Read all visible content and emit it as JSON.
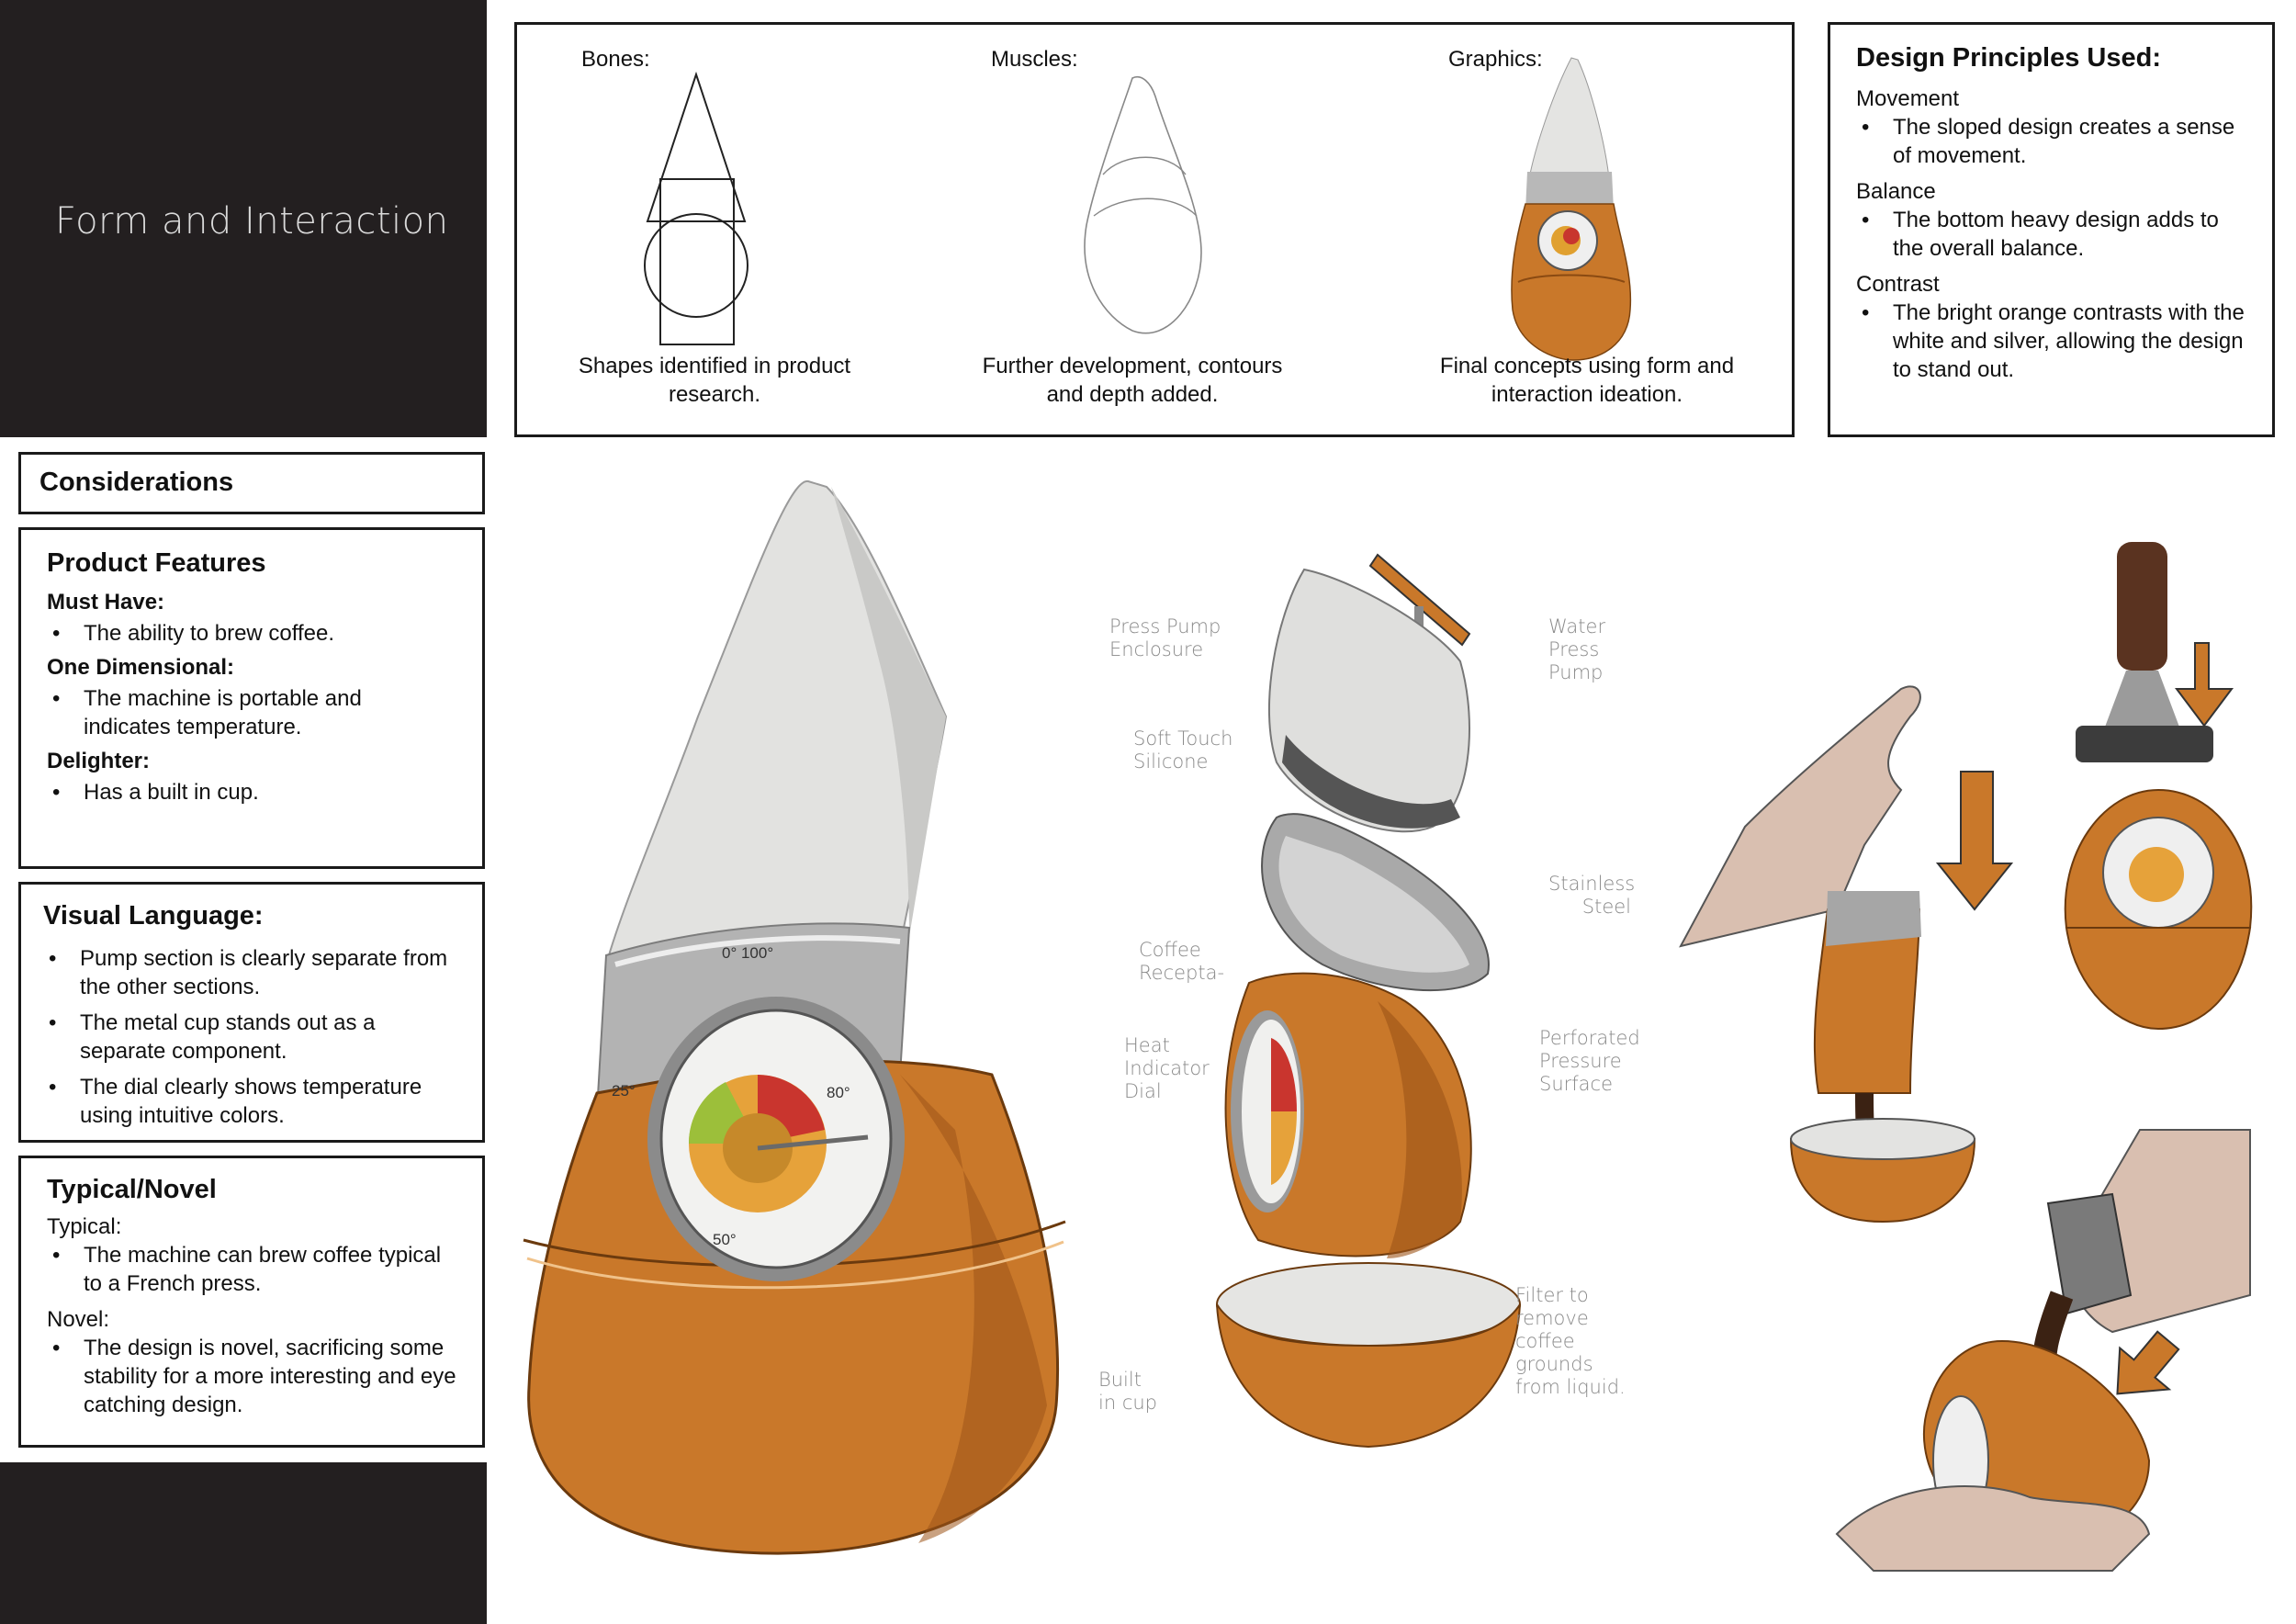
{
  "header": {
    "title": "Form and Interaction"
  },
  "form_stages": [
    {
      "label": "Bones:",
      "caption": "Shapes identified in product research."
    },
    {
      "label": "Muscles:",
      "caption": "Further development, contours and depth added."
    },
    {
      "label": "Graphics:",
      "caption": "Final concepts using form and interaction ideation."
    }
  ],
  "design_principles": {
    "title": "Design Principles Used:",
    "items": [
      {
        "name": "Movement",
        "text": "The sloped design creates a sense of movement."
      },
      {
        "name": "Balance",
        "text": "The bottom heavy design adds to the overall balance."
      },
      {
        "name": "Contrast",
        "text": "The bright orange contrasts with the white and silver, allowing the design to stand out."
      }
    ]
  },
  "considerations": {
    "title": "Considerations"
  },
  "product_features": {
    "title": "Product Features",
    "must_have_label": "Must Have:",
    "must_have": "The ability to brew coffee.",
    "one_dimensional_label": "One Dimensional:",
    "one_dimensional": "The machine is portable and indicates temperature.",
    "delighter_label": "Delighter:",
    "delighter": "Has a built in cup."
  },
  "visual_language": {
    "title": "Visual Language:",
    "items": [
      "Pump section is clearly separate from the other sections.",
      "The metal cup stands out as a separate component.",
      "The dial clearly shows temperature using intuitive colors."
    ]
  },
  "typical_novel": {
    "title": "Typical/Novel",
    "typical_label": "Typical:",
    "typical": "The machine can brew coffee typical to a French press.",
    "novel_label": "Novel:",
    "novel": "The design is novel, sacrificing some stability for a more interesting and eye catching design."
  },
  "dial": {
    "top": "0° 100°",
    "left": "25°",
    "right": "80°",
    "bottom": "50°"
  },
  "exploded_callouts": {
    "press_pump": "Press Pump Enclosure",
    "water_pump": "Water Press Pump",
    "soft_touch": "Soft Touch Silicone",
    "stainless": "Stainless Steel",
    "coffee_recepta": "Coffee Recepta-",
    "perforated": "Perforated Pressure Surface",
    "heat_dial": "Heat Indicator Dial",
    "filter": "Filter to remove coffee grounds from liquid.",
    "cup": "Built in cup"
  },
  "colors": {
    "accent_orange": "#c9782a",
    "dark_panel": "#231f20",
    "silver": "#b5b5b5",
    "white_shell": "#e4e4e2"
  }
}
